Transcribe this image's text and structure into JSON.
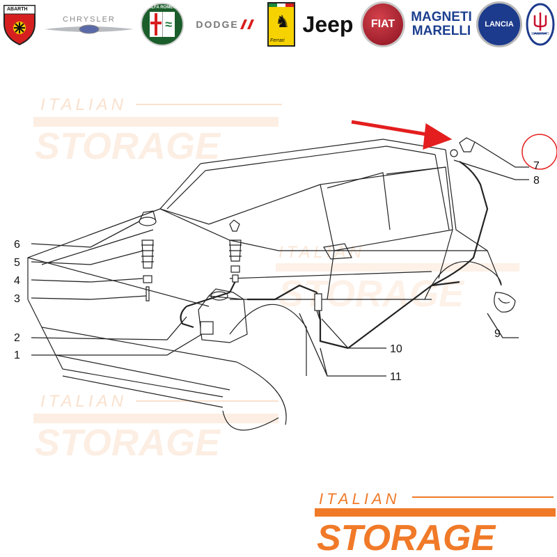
{
  "brands": {
    "abarth": "ABARTH",
    "chrysler": "CHRYSLER",
    "alfa_romeo": "ALFA ROMEO",
    "dodge": "DODGE",
    "ferrari": "Ferrari",
    "jeep": "Jeep",
    "fiat": "FIAT",
    "magneti_marelli_line1": "MAGNETI",
    "magneti_marelli_line2": "MARELLI",
    "lancia": "LANCIA",
    "maserati": "MASERATI"
  },
  "watermark": {
    "line1": "ITALIAN",
    "line2": "STORAGE"
  },
  "callouts": [
    "1",
    "2",
    "3",
    "4",
    "5",
    "6",
    "7",
    "8",
    "9",
    "10",
    "11"
  ],
  "colors": {
    "arrow": "#e41e1e",
    "highlight_circle": "#e41e1e",
    "brand_orange": "#f07a28",
    "watermark_faint": "#fbe1cd",
    "line_art": "#222222"
  }
}
